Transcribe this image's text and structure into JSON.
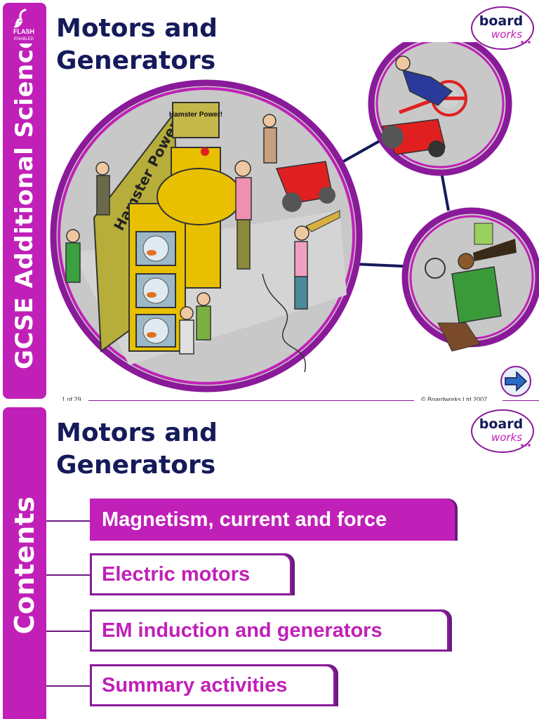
{
  "slide1": {
    "sidebar_label": "GCSE Additional Science",
    "flash_badge": {
      "line1": "FLASH",
      "line2": "ENABLED",
      "icon": "flash-logo-icon"
    },
    "title_lines": [
      "Motors and",
      "Generators"
    ],
    "logo": {
      "word1": "board",
      "word2": "works"
    },
    "illustration": {
      "sign_label": "Hamster Power!",
      "machine_label": "Hamster Power"
    },
    "footer": {
      "page": "1 of 29",
      "copyright": "© Boardworks Ltd 2007"
    },
    "next_icon": "arrow-right-icon"
  },
  "slide2": {
    "sidebar_label": "Contents",
    "title_lines": [
      "Motors and",
      "Generators"
    ],
    "logo": {
      "word1": "board",
      "word2": "works"
    },
    "menu": [
      {
        "label": "Magnetism, current and force",
        "active": true
      },
      {
        "label": "Electric motors",
        "active": false
      },
      {
        "label": "EM induction and generators",
        "active": false
      },
      {
        "label": "Summary activities",
        "active": false
      }
    ]
  },
  "colors": {
    "accent": "#c020b8",
    "title": "#141a5a",
    "border": "#8a1a9a"
  }
}
